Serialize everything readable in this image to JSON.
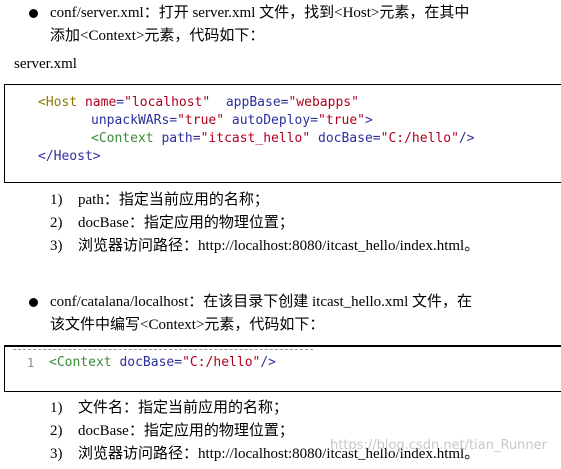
{
  "section1": {
    "line1": "conf/server.xml：打开 server.xml 文件，找到<Host>元素，在其中",
    "line2": "添加<Context>元素，代码如下：",
    "file_label": "server.xml",
    "code": {
      "l1_open": "<",
      "l1_tag": "Host",
      "l1_a1": "name",
      "l1_v1": "\"localhost\"",
      "l1_a2": "appBase",
      "l1_v2": "\"webapps\"",
      "l2_a1": "unpackWARs",
      "l2_v1": "\"true\"",
      "l2_a2": "autoDeploy",
      "l2_v2": "\"true\"",
      "l2_close": ">",
      "l3_open": "<",
      "l3_tag": "Context",
      "l3_a1": "path",
      "l3_v1": "\"itcast_hello\"",
      "l3_a2": "docBase",
      "l3_v2": "\"C:/hello\"",
      "l3_close": "/>",
      "l4": "</Heost>"
    },
    "items": [
      {
        "num": "1)",
        "text": "path：指定当前应用的名称；"
      },
      {
        "num": "2)",
        "text": "docBase：指定应用的物理位置；"
      },
      {
        "num": "3)",
        "text": "浏览器访问路径：http://localhost:8080/itcast_hello/index.html。"
      }
    ]
  },
  "section2": {
    "line1": "conf/catalana/localhost：在该目录下创建 itcast_hello.xml 文件，在",
    "line2": "该文件中编写<Context>元素，代码如下：",
    "code": {
      "line_number": "1",
      "open": "<",
      "tag": "Context",
      "a1": "docBase",
      "v1": "\"C:/hello\"",
      "close": "/>"
    },
    "items": [
      {
        "num": "1)",
        "text": "文件名：指定当前应用的名称；"
      },
      {
        "num": "2)",
        "text": "docBase：指定应用的物理位置；"
      },
      {
        "num": "3)",
        "text": "浏览器访问路径：http://localhost:8080/itcast_hello/index.html。"
      }
    ]
  },
  "watermark": "https://blog.csdn.net/tian_Runner"
}
